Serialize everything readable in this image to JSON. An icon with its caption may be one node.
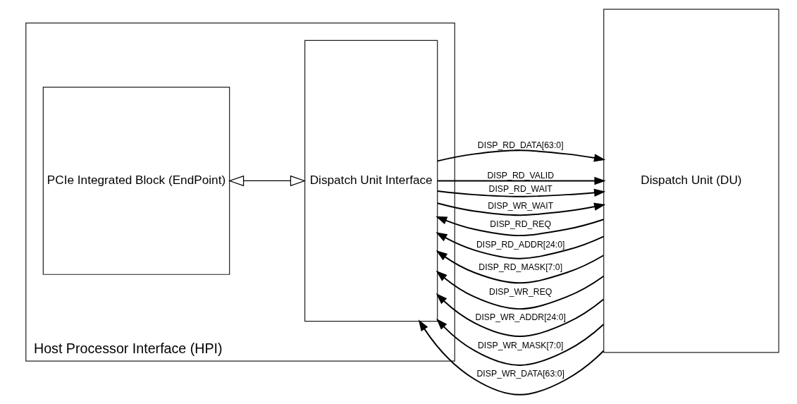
{
  "diagram": {
    "nodes": [
      {
        "text": [
          "Host Processor Interface (HPI)"
        ]
      },
      {
        "text": [
          "PCIe Integrated Block (EndPoint)"
        ],
        "in": 0
      },
      {
        "text": [
          "Dispatch Unit Interface"
        ],
        "in": 0
      },
      {
        "text": [
          "Dispatch Unit (DU)"
        ]
      }
    ],
    "edges": [
      {
        "from": 1,
        "to": 2,
        "arrow": "both"
      },
      {
        "from": 2,
        "to": 3,
        "arrow": "to",
        "label": "DISP_RD_DATA[63:0]"
      },
      {
        "from": 2,
        "to": 3,
        "arrow": "to",
        "label": "DISP_RD_VALID"
      },
      {
        "from": 2,
        "to": 3,
        "arrow": "to",
        "label": "DISP_RD_WAIT"
      },
      {
        "from": 2,
        "to": 3,
        "arrow": "to",
        "label": "DISP_WR_WAIT"
      },
      {
        "from": 3,
        "to": 2,
        "arrow": "to",
        "label": "DISP_RD_REQ"
      },
      {
        "from": 3,
        "to": 2,
        "arrow": "to",
        "label": "DISP_RD_ADDR[24:0]"
      },
      {
        "from": 3,
        "to": 2,
        "arrow": "to",
        "label": "DISP_RD_MASK[7:0]"
      },
      {
        "from": 3,
        "to": 2,
        "arrow": "to",
        "label": "DISP_WR_REQ"
      },
      {
        "from": 3,
        "to": 2,
        "arrow": "to",
        "label": "DISP_WR_ADDR[24:0]"
      },
      {
        "from": 3,
        "to": 2,
        "arrow": "to",
        "label": "DISP_WR_MASK[7:0]"
      },
      {
        "from": 3,
        "to": 2,
        "arrow": "to",
        "label": "DISP_WR_DATA[63:0]"
      }
    ]
  }
}
